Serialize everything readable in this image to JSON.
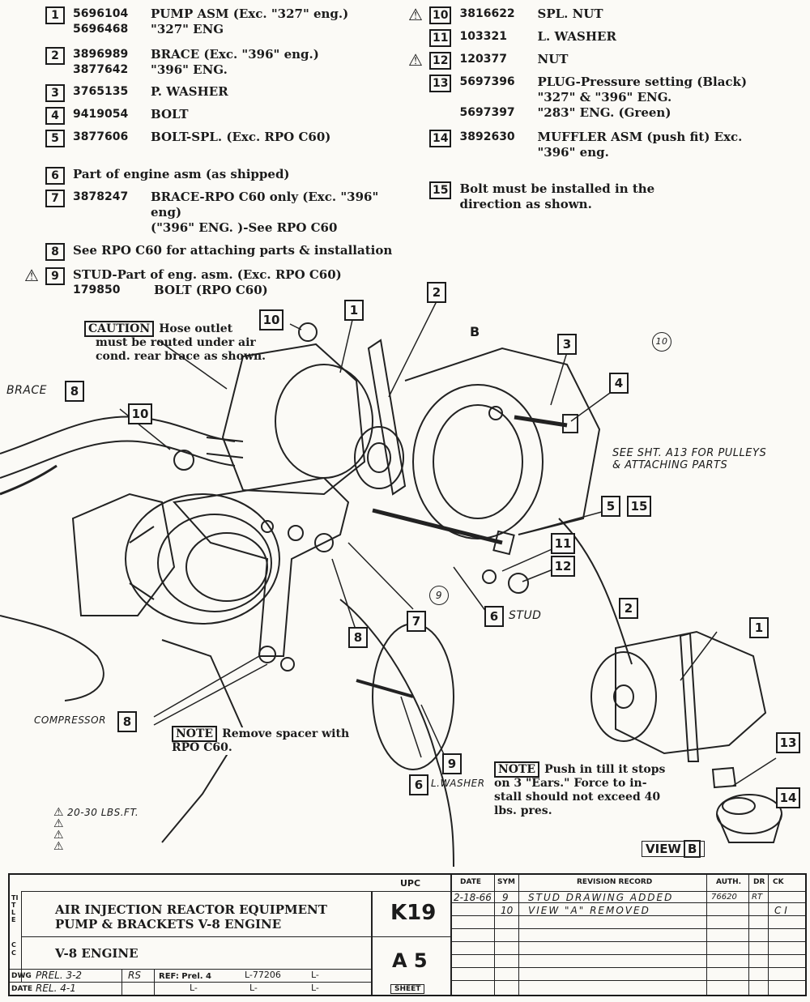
{
  "parts_left": [
    {
      "num": "1",
      "pn": "5696104",
      "pn2": "5696468",
      "desc": "PUMP ASM (Exc. \"327\" eng.)",
      "desc2": "\"327\" ENG",
      "warn": false
    },
    {
      "num": "2",
      "pn": "3896989",
      "pn2": "3877642",
      "desc": "BRACE (Exc. \"396\" eng.)",
      "desc2": "\"396\" ENG.",
      "warn": false
    },
    {
      "num": "3",
      "pn": "3765135",
      "desc": "P. WASHER",
      "warn": false
    },
    {
      "num": "4",
      "pn": "9419054",
      "desc": "BOLT",
      "warn": false
    },
    {
      "num": "5",
      "pn": "3877606",
      "desc": "BOLT-SPL. (Exc. RPO C60)",
      "warn": false
    },
    {
      "num": "6",
      "text": "Part of engine asm (as shipped)",
      "warn": false
    },
    {
      "num": "7",
      "pn": "3878247",
      "desc": "BRACE-RPO C60 only (Exc. \"396\"",
      "desc2": "eng)",
      "desc3": "(\"396\" ENG. )-See RPO C60",
      "warn": false
    },
    {
      "num": "8",
      "text": "See RPO C60 for attaching parts & installation",
      "warn": false
    },
    {
      "num": "9",
      "text": "STUD-Part of eng. asm. (Exc. RPO C60)",
      "pn2": "179850",
      "desc2": "BOLT (RPO C60)",
      "warn": true
    }
  ],
  "parts_right": [
    {
      "num": "10",
      "pn": "3816622",
      "desc": "SPL. NUT",
      "warn": true
    },
    {
      "num": "11",
      "pn": "103321",
      "desc": "L. WASHER",
      "warn": false
    },
    {
      "num": "12",
      "pn": "120377",
      "desc": "NUT",
      "warn": true
    },
    {
      "num": "13",
      "pn": "5697396",
      "pn2": "5697397",
      "desc": "PLUG-Pressure setting (Black)",
      "desc2": "\"327\" & \"396\" ENG.",
      "desc3": "\"283\" ENG. (Green)",
      "warn": false
    },
    {
      "num": "14",
      "pn": "3892630",
      "desc": "MUFFLER ASM (push fit) Exc.",
      "desc2": "\"396\" eng.",
      "warn": false
    },
    {
      "num": "15",
      "text": "Bolt must be installed in the",
      "text2": "direction as shown.",
      "warn": false
    }
  ],
  "warn_symbol": "⚠",
  "drawing": {
    "caution_tag": "CAUTION",
    "caution_text": "Hose outlet",
    "caution_text2": "must be routed under air",
    "caution_text3": "cond. rear brace as shown.",
    "brace_label": "BRACE",
    "compressor_label": "COMPRESSOR",
    "see_sheet_1": "SEE SHT. A13 FOR PULLEYS",
    "see_sheet_2": "& ATTACHING PARTS",
    "stud_label": "STUD",
    "lwasher_label": "L.WASHER",
    "b_label": "B",
    "circle_10": "10",
    "circle_9": "9",
    "note1_tag": "NOTE",
    "note1_text": "Remove spacer with",
    "note1_text2": "RPO C60.",
    "note2_tag": "NOTE",
    "note2_text": "Push in till it stops",
    "note2_text2": "on 3 \"Ears.\"  Force to in-",
    "note2_text3": "stall should not exceed 40",
    "note2_text4": "lbs. pres.",
    "view_label": "VIEW",
    "view_letter": "B",
    "torque": "20-30 LBS.FT."
  },
  "title_block": {
    "upc_label": "UPC",
    "date_label": "DATE",
    "sym_label": "SYM",
    "rev_label": "REVISION RECORD",
    "auth_label": "AUTH.",
    "dr_label": "DR",
    "ck_label": "CK",
    "title_side": "TITLE",
    "title_line1": "AIR INJECTION REACTOR EQUIPMENT",
    "title_line2": "PUMP & BRACKETS V-8 ENGINE",
    "cc_side": "C C",
    "subtitle": "V-8 ENGINE",
    "upc": "K19",
    "sheet_code": "A 5",
    "sheet_label": "SHEET",
    "dwg_label": "DWG",
    "date2_label": "DATE",
    "prel": "PREL. 3-2",
    "rel": "REL. 4-1",
    "rs": "RS",
    "ref_label": "REF: Prel. 4",
    "ref_l1": "L-77206",
    "ref_l2": "L-",
    "ref_l3": "L-",
    "ref_l4": "L-",
    "ref_l5": "L-",
    "revisions": [
      {
        "date": "2-18-66",
        "sym": "9",
        "desc": "STUD DRAWING ADDED",
        "auth": "76620",
        "dr": "RT",
        "ck": ""
      },
      {
        "date": "",
        "sym": "10",
        "desc": "VIEW \"A\" REMOVED",
        "auth": "",
        "dr": "",
        "ck": "C I"
      }
    ]
  }
}
